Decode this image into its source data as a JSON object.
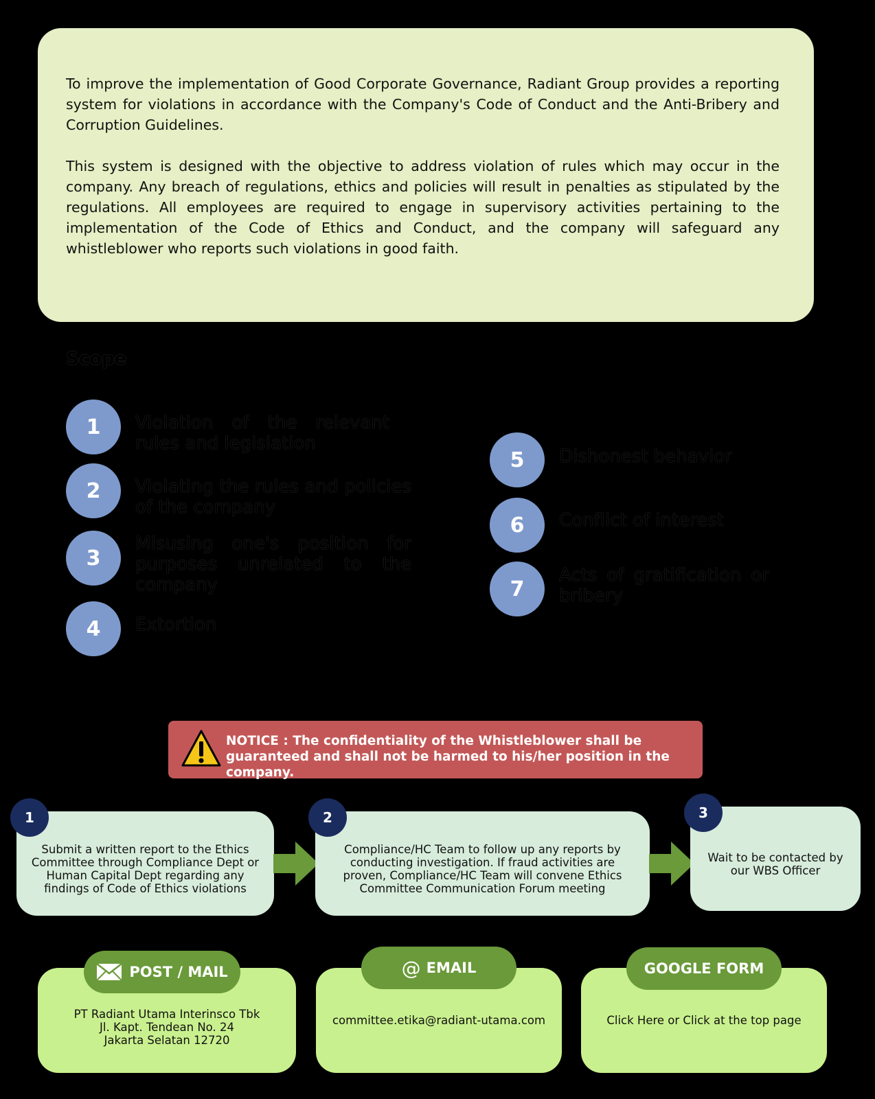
{
  "intro": {
    "paragraph_1": "To improve the implementation of Good Corporate Governance, Radiant Group provides a reporting system for violations in accordance with the Company's Code of Conduct and the Anti-Bribery and Corruption Guidelines.",
    "paragraph_2": "This system is designed with the objective to address violation of rules which may occur in the company. Any breach of regulations, ethics and policies will result in penalties as stipulated by the regulations. All employees are required to engage in supervisory activities pertaining to the implementation of the Code of Ethics and Conduct, and the company will safeguard any whistleblower who reports such violations in good faith."
  },
  "scope": {
    "title": "Scope",
    "items": [
      {
        "number": "1",
        "text": "Violation of the relevant rules and legislation"
      },
      {
        "number": "2",
        "text": "Violating the rules and policies of the company"
      },
      {
        "number": "3",
        "text": "Misusing one's position for purposes unrelated to the company"
      },
      {
        "number": "4",
        "text": "Extortion"
      },
      {
        "number": "5",
        "text": "Dishonest behavior"
      },
      {
        "number": "6",
        "text": "Conflict of interest"
      },
      {
        "number": "7",
        "text": "Acts of gratification or bribery"
      }
    ]
  },
  "notice": {
    "text": "NOTICE : The confidentiality of the Whistleblower shall be guaranteed and shall not be harmed to his/her position in the company.",
    "icon": "warning-icon"
  },
  "steps": [
    {
      "number": "1",
      "text": "Submit a written report to the Ethics Committee through Compliance Dept or Human Capital Dept regarding any findings of Code of Ethics violations"
    },
    {
      "number": "2",
      "text": "Compliance/HC Team to follow up any reports by conducting investigation. If fraud activities are proven, Compliance/HC Team will convene Ethics Committee Communication Forum meeting"
    },
    {
      "number": "3",
      "text": "Wait to be contacted by our WBS Officer"
    }
  ],
  "contacts": {
    "post": {
      "label": "POST / MAIL",
      "icon": "envelope-icon",
      "line_1": "PT Radiant Utama Interinsco Tbk",
      "line_2": "Jl. Kapt. Tendean No. 24",
      "line_3": "Jakarta Selatan 12720"
    },
    "email": {
      "label": "EMAIL",
      "icon": "at-sign-icon",
      "address": "committee.etika@radiant-utama.com"
    },
    "form": {
      "label": "GOOGLE FORM",
      "text": "Click Here or Click at the top page"
    }
  },
  "colors": {
    "intro_bg": "#e6efc5",
    "scope_circle": "#7e9acd",
    "notice_bg": "#c35757",
    "step_bg": "#d7ecdb",
    "step_badge": "#1a2c5e",
    "arrow": "#6a9a3a",
    "contact_bg": "#c9f08e",
    "contact_pill": "#6a9a3a"
  }
}
